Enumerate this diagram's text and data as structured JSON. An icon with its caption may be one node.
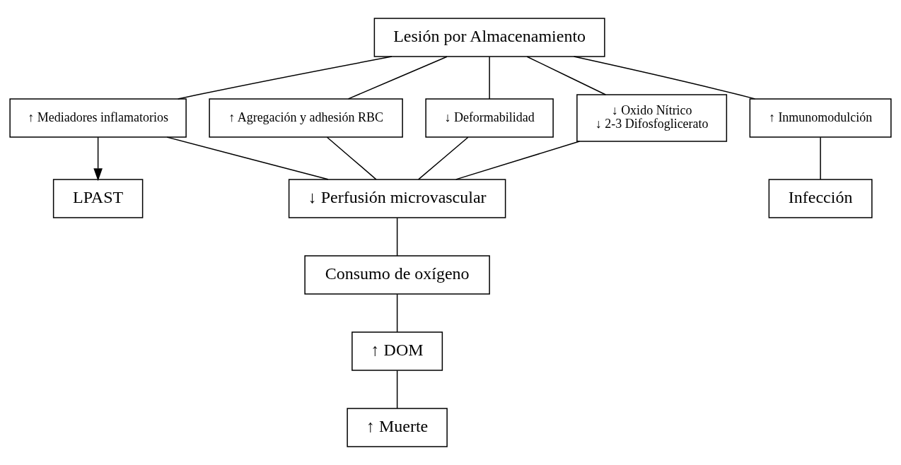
{
  "diagram": {
    "nodes": [
      {
        "text": [
          "Lesión por Almacenamiento"
        ]
      },
      {
        "text": [
          "↑ Mediadores inflamatorios"
        ]
      },
      {
        "text": [
          "↑ Agregación y adhesión RBC"
        ]
      },
      {
        "text": [
          "↓ Deformabilidad"
        ]
      },
      {
        "text": [
          "↓ Oxido Nítrico",
          "↓ 2-3 Difosfoglicerato"
        ]
      },
      {
        "text": [
          "↑ Inmunomodulción"
        ]
      },
      {
        "text": [
          "LPAST"
        ]
      },
      {
        "text": [
          "↓ Perfusión microvascular"
        ]
      },
      {
        "text": [
          "Infección"
        ]
      },
      {
        "text": [
          "Consumo de oxígeno"
        ]
      },
      {
        "text": [
          "↑ DOM"
        ]
      },
      {
        "text": [
          "↑ Muerte"
        ]
      }
    ],
    "edges": [
      {
        "from": 0,
        "to": 1,
        "arrow": "none"
      },
      {
        "from": 0,
        "to": 2,
        "arrow": "none"
      },
      {
        "from": 0,
        "to": 3,
        "arrow": "none"
      },
      {
        "from": 0,
        "to": 4,
        "arrow": "none"
      },
      {
        "from": 0,
        "to": 5,
        "arrow": "none"
      },
      {
        "from": 1,
        "to": 6,
        "arrow": "to"
      },
      {
        "from": 1,
        "to": 7,
        "arrow": "none"
      },
      {
        "from": 2,
        "to": 7,
        "arrow": "none"
      },
      {
        "from": 3,
        "to": 7,
        "arrow": "none"
      },
      {
        "from": 4,
        "to": 7,
        "arrow": "none"
      },
      {
        "from": 5,
        "to": 8,
        "arrow": "none"
      },
      {
        "from": 7,
        "to": 9,
        "arrow": "none"
      },
      {
        "from": 9,
        "to": 10,
        "arrow": "none"
      },
      {
        "from": 10,
        "to": 11,
        "arrow": "none"
      }
    ]
  }
}
